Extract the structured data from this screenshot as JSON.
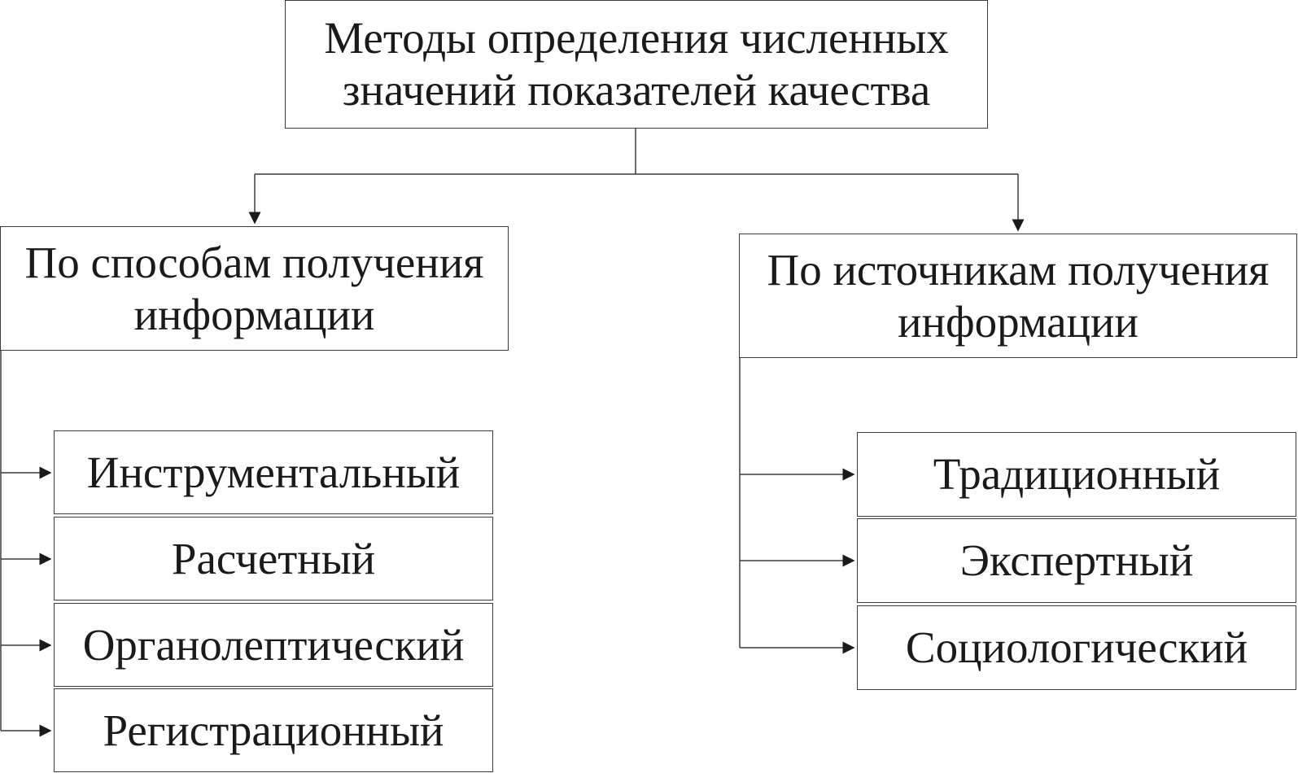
{
  "root": {
    "lines": [
      "Методы определения численных",
      "значений показателей качества"
    ]
  },
  "categories": [
    {
      "lines": [
        "По способам получения",
        "информации"
      ],
      "items": [
        "Инструментальный",
        "Расчетный",
        "Органолептический",
        "Регистрационный"
      ]
    },
    {
      "lines": [
        "По источникам получения",
        "информации"
      ],
      "items": [
        "Традиционный",
        "Экспертный",
        "Социологический"
      ]
    }
  ]
}
